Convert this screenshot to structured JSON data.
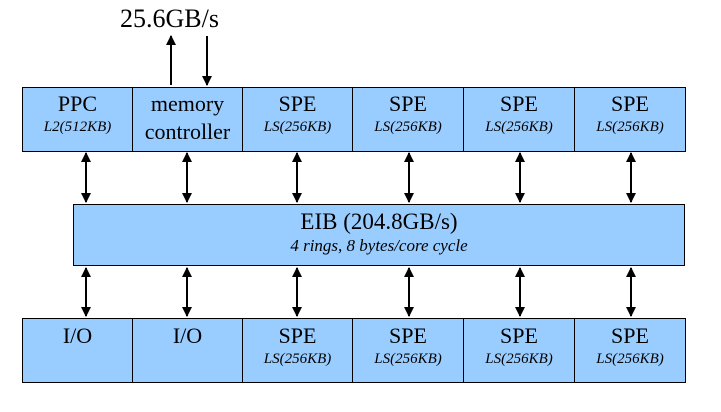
{
  "external_bandwidth": "25.6GB/s",
  "top_row": [
    {
      "title": "PPC",
      "subtitle": "L2(512KB)"
    },
    {
      "title_lines": [
        "memory",
        "controller"
      ]
    },
    {
      "title": "SPE",
      "subtitle": "LS(256KB)"
    },
    {
      "title": "SPE",
      "subtitle": "LS(256KB)"
    },
    {
      "title": "SPE",
      "subtitle": "LS(256KB)"
    },
    {
      "title": "SPE",
      "subtitle": "LS(256KB)"
    }
  ],
  "bus": {
    "title": "EIB (204.8GB/s)",
    "subtitle": "4 rings, 8 bytes/core cycle"
  },
  "bottom_row": [
    {
      "title": "I/O"
    },
    {
      "title": "I/O"
    },
    {
      "title": "SPE",
      "subtitle": "LS(256KB)"
    },
    {
      "title": "SPE",
      "subtitle": "LS(256KB)"
    },
    {
      "title": "SPE",
      "subtitle": "LS(256KB)"
    },
    {
      "title": "SPE",
      "subtitle": "LS(256KB)"
    }
  ],
  "colors": {
    "block_fill": "#99ccff",
    "stroke": "#000000"
  }
}
